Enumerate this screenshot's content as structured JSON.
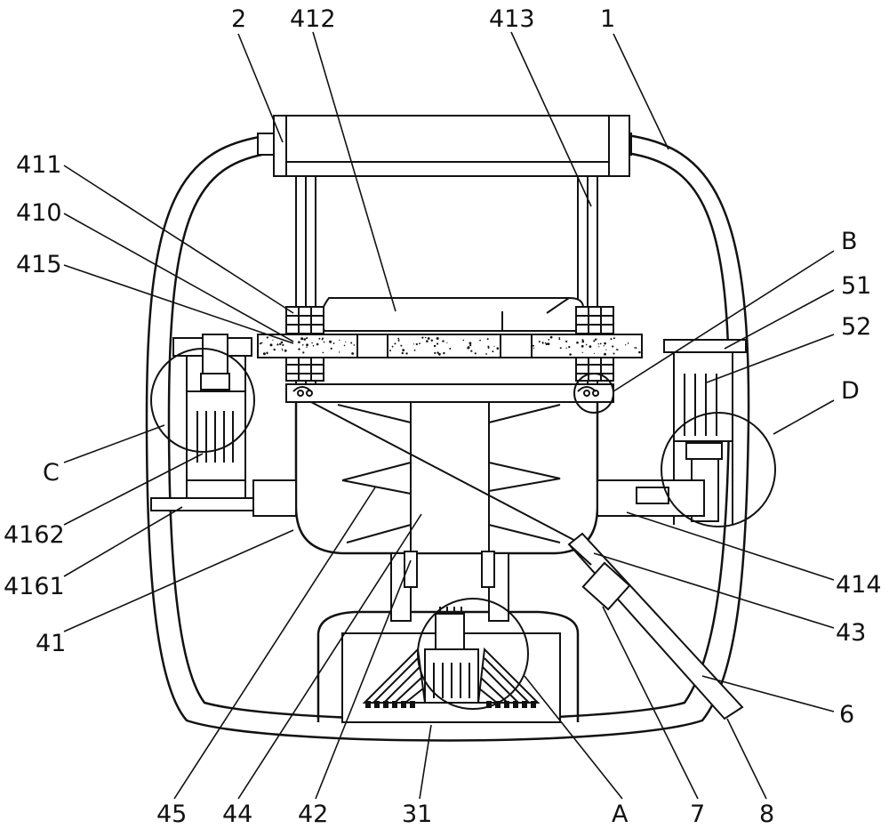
{
  "labels": {
    "l2": "2",
    "l412": "412",
    "l413": "413",
    "l1": "1",
    "l411": "411",
    "l410": "410",
    "l415": "415",
    "lB": "B",
    "l51": "51",
    "l52": "52",
    "lD": "D",
    "lC": "C",
    "l4162": "4162",
    "l4161": "4161",
    "l414": "414",
    "l41": "41",
    "l43": "43",
    "l6": "6",
    "l45": "45",
    "l44": "44",
    "l42": "42",
    "l31": "31",
    "lA": "A",
    "l7": "7",
    "l8": "8"
  }
}
